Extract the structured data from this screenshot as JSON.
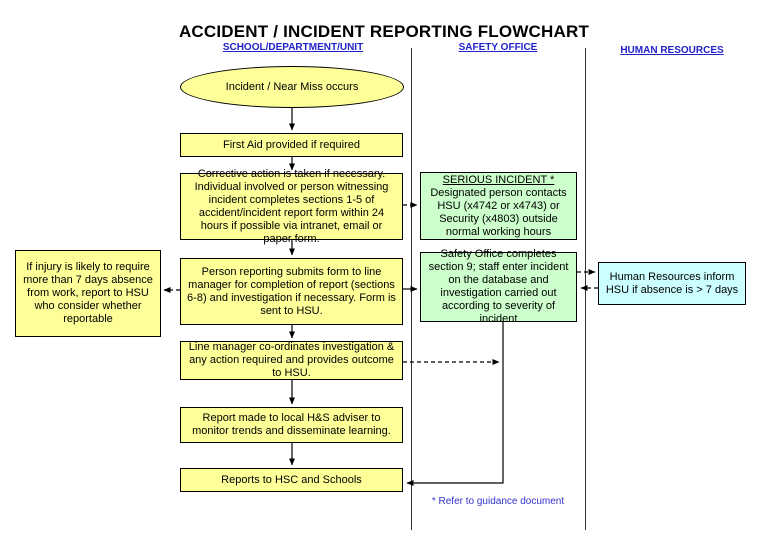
{
  "title": "ACCIDENT / INCIDENT REPORTING FLOWCHART",
  "columns": {
    "school": "SCHOOL/DEPARTMENT/UNIT",
    "safety": "SAFETY OFFICE",
    "hr": "HUMAN RESOURCES"
  },
  "nodes": {
    "incident": "Incident / Near Miss occurs",
    "first_aid": "First Aid provided if required",
    "corrective": "Corrective action is taken if necessary. Individual involved or person witnessing incident completes sections 1-5 of accident/incident report form within 24 hours if possible via intranet, email or paper form.",
    "person_reporting": "Person reporting submits form to line manager for completion of report (sections 6-8) and investigation if necessary.  Form is sent to HSU.",
    "line_manager": "Line manager co-ordinates investigation & any action required and provides outcome to HSU.",
    "hs_adviser": "Report made to local H&S adviser to monitor trends and disseminate learning.",
    "reports": "Reports to HSC and Schools",
    "injury_note": "If injury is likely to require more than 7 days absence from work, report to HSU who consider whether reportable",
    "serious_incident_title": "SERIOUS INCIDENT *",
    "serious_incident_body": "Designated person contacts HSU (x4742 or x4743) or Security (x4803) outside normal working hours",
    "safety_office": "Safety Office completes section 9; staff enter incident on the database and investigation carried out according to severity of incident",
    "human_resources": "Human Resources inform HSU if absence is > 7 days"
  },
  "footnote": "* Refer to guidance document",
  "colors": {
    "yellow": "#FFFF99",
    "green": "#CCFFCC",
    "cyan": "#CCFFFF",
    "header_blue": "#2222CC",
    "note_blue": "#3333CC",
    "border": "#000000"
  }
}
